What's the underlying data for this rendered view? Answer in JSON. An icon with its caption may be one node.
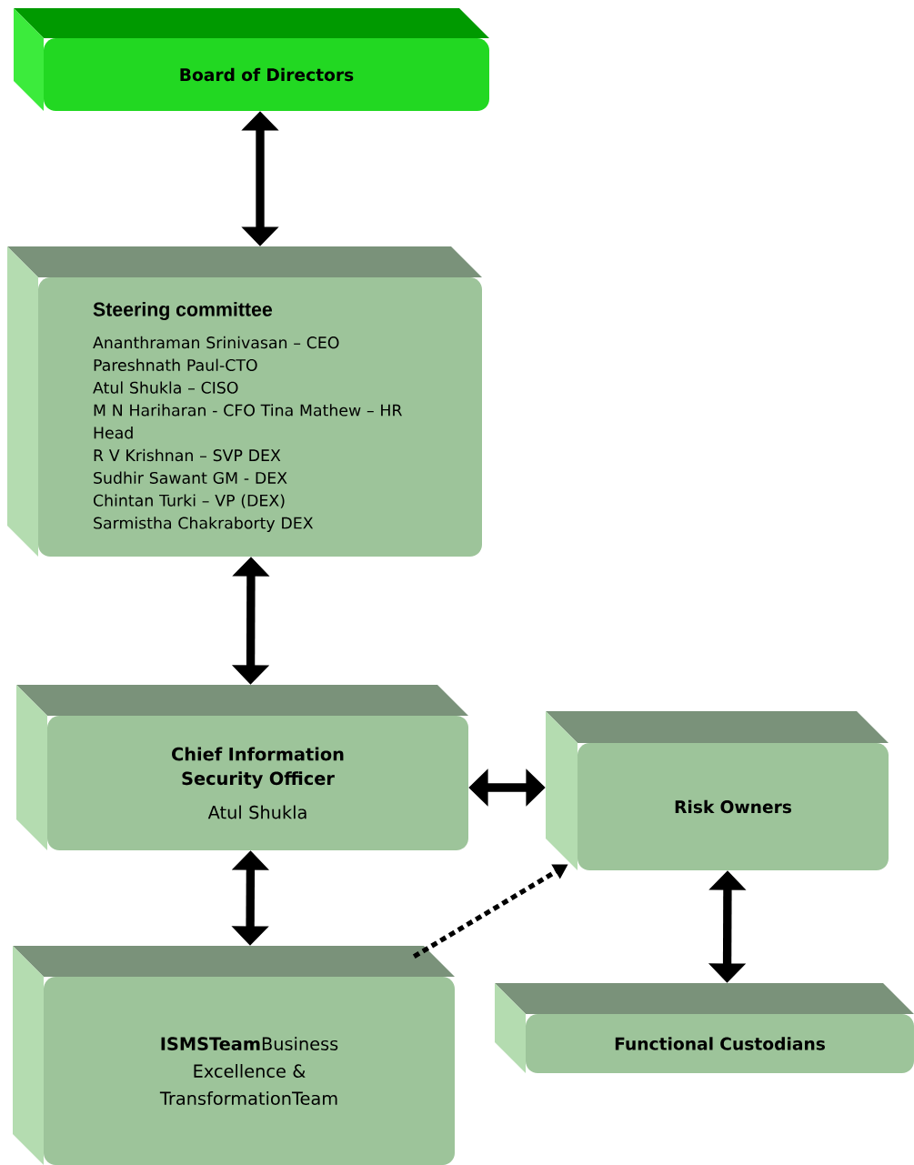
{
  "diagram": {
    "nodes": [
      {
        "text": [
          "Board of Directors"
        ]
      },
      {
        "text": [
          "Steering committee",
          "Ananthraman Srinivasan – CEO",
          "Pareshnath Paul-CTO",
          "Atul Shukla – CISO",
          "M N Hariharan - CFO Tina Mathew – HR Head",
          "R V Krishnan – SVP DEX",
          "Sudhir Sawant GM - DEX",
          "Chintan Turki – VP (DEX)",
          "Sarmistha Chakraborty DEX"
        ]
      },
      {
        "text": [
          "Chief Information Security Officer",
          "Atul Shukla"
        ]
      },
      {
        "text": [
          "Risk Owners"
        ]
      },
      {
        "text": [
          "**ISMSTeam**Business Excellence & TransformationTeam"
        ]
      },
      {
        "text": [
          "Functional Custodians"
        ]
      }
    ],
    "edges": [
      {
        "from": 0,
        "to": 1,
        "arrow": "both"
      },
      {
        "from": 1,
        "to": 2,
        "arrow": "both"
      },
      {
        "from": 2,
        "to": 3,
        "arrow": "both"
      },
      {
        "from": 2,
        "to": 4,
        "arrow": "both"
      },
      {
        "from": 3,
        "to": 5,
        "arrow": "both"
      },
      {
        "from": 4,
        "to": 3,
        "arrow": "to",
        "style": "dashed"
      }
    ]
  }
}
